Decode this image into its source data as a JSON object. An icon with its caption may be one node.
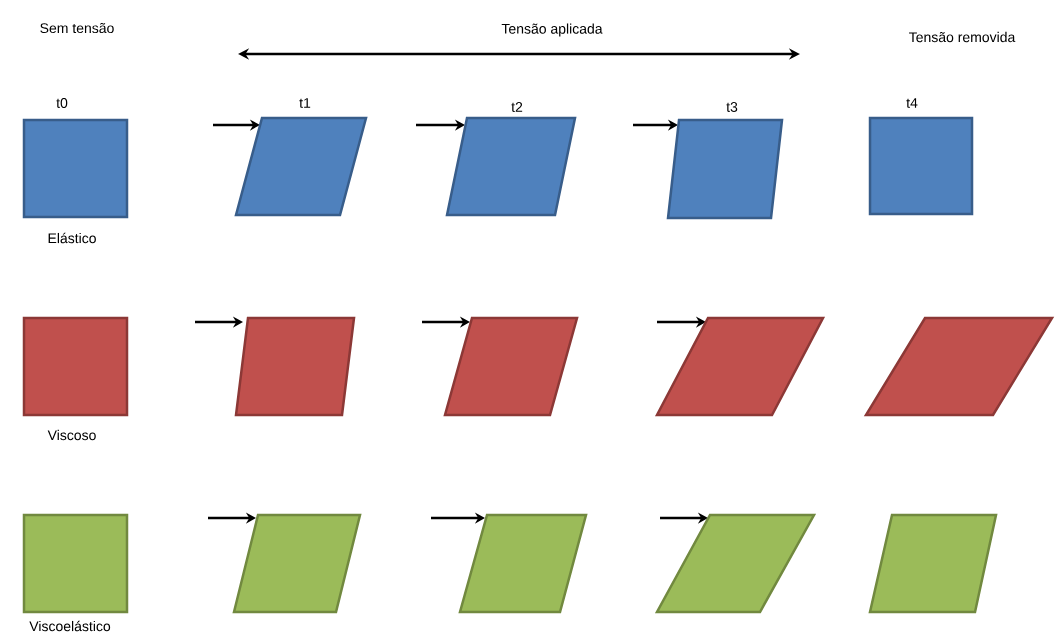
{
  "diagram": {
    "nodes": [
      {
        "text": [],
        "shape": "box"
      },
      {
        "text": [],
        "shape": "parallelogram"
      },
      {
        "text": [],
        "shape": "parallelogram"
      },
      {
        "text": [],
        "shape": "parallelogram"
      },
      {
        "text": [],
        "shape": "box"
      },
      {
        "text": [],
        "shape": "box"
      },
      {
        "text": [],
        "shape": "parallelogram"
      },
      {
        "text": [],
        "shape": "parallelogram"
      },
      {
        "text": [],
        "shape": "parallelogram"
      },
      {
        "text": [],
        "shape": "parallelogram"
      },
      {
        "text": [],
        "shape": "box"
      },
      {
        "text": [],
        "shape": "parallelogram"
      },
      {
        "text": [],
        "shape": "parallelogram"
      },
      {
        "text": [],
        "shape": "parallelogram"
      },
      {
        "text": [],
        "shape": "parallelogram"
      }
    ],
    "labels": [
      "Sem tensão",
      "Tensão aplicada",
      "Tensão removida",
      "t0",
      "t1",
      "t2",
      "t3",
      "t4",
      "Elástico",
      "Viscoso",
      "Viscoelástico"
    ]
  }
}
